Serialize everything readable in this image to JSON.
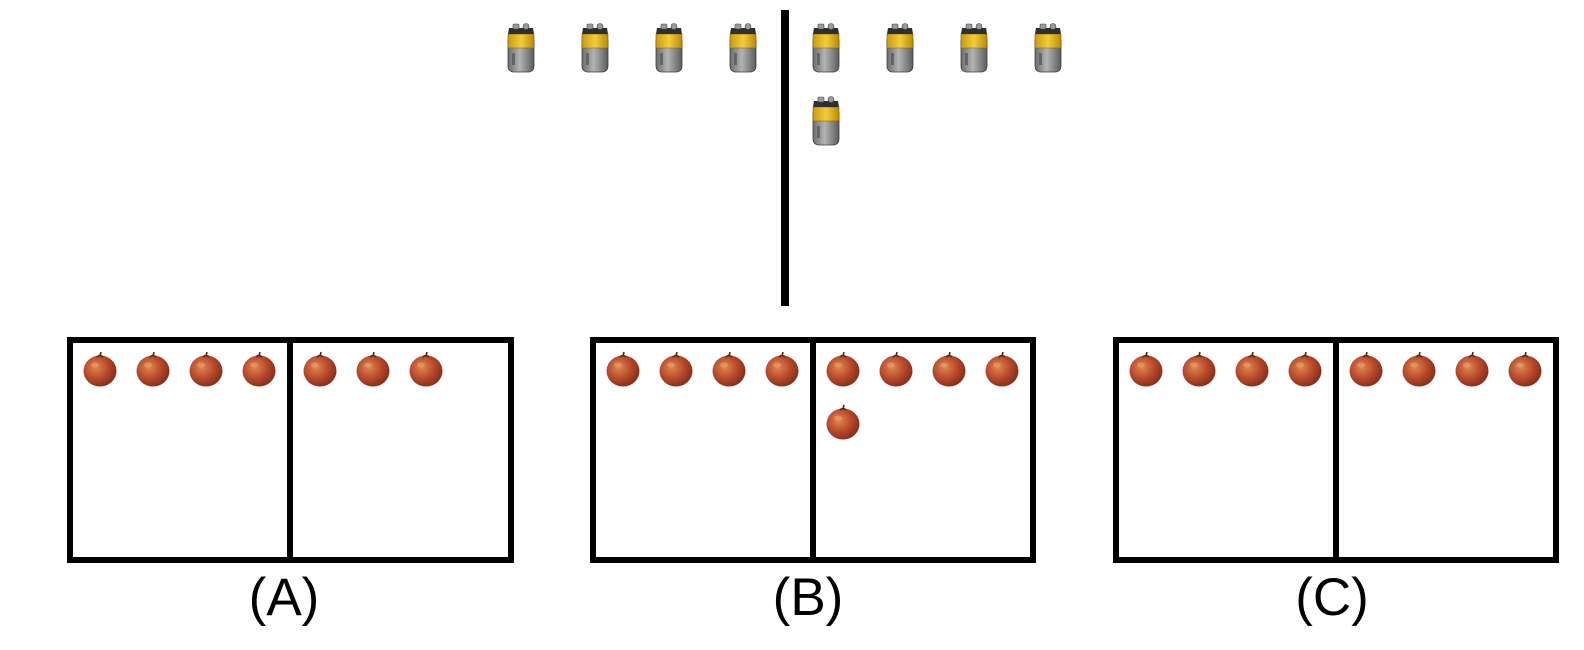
{
  "prompt": {
    "item_icon": "9v-battery-icon",
    "left_group_count": 4,
    "right_group_count": 5
  },
  "options": [
    {
      "label": "(A)",
      "item_icon": "apple-icon",
      "left_count": 4,
      "right_count": 3
    },
    {
      "label": "(B)",
      "item_icon": "apple-icon",
      "left_count": 4,
      "right_count": 5
    },
    {
      "label": "(C)",
      "item_icon": "apple-icon",
      "left_count": 4,
      "right_count": 4
    }
  ],
  "colors": {
    "divider": "#000000",
    "box_border": "#000000",
    "battery_body": "#8c8c8c",
    "battery_top": "#e8b821",
    "apple": "#b5472a"
  }
}
